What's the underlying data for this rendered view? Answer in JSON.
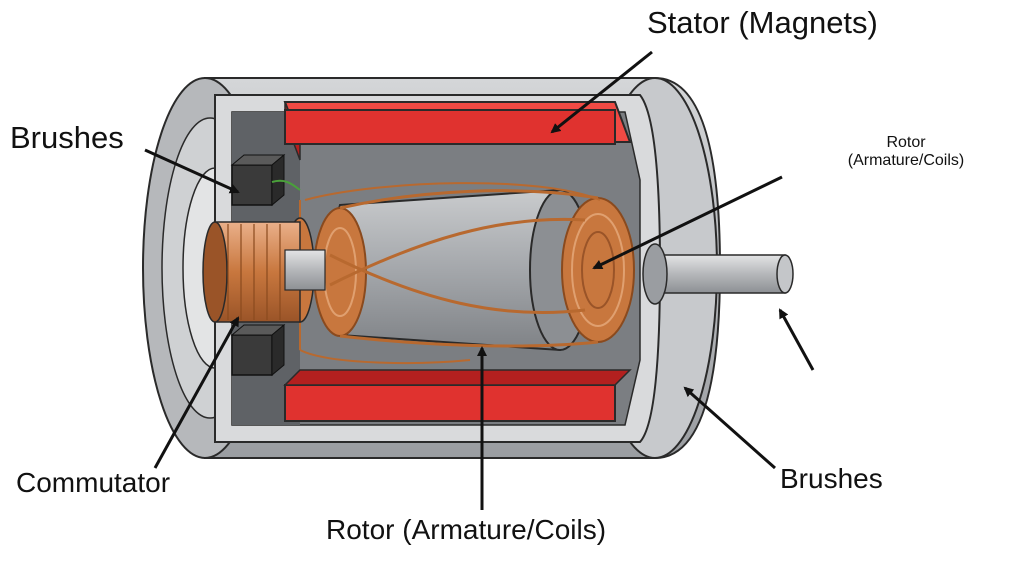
{
  "diagram": {
    "labels": {
      "stator": "Stator (Magnets)",
      "brushes_top": "Brushes",
      "rotor_right_title": "Rotor",
      "rotor_right_sub": "(Armature/Coils)",
      "commutator": "Commutator",
      "brushes_bottom": "Brushes",
      "rotor_bottom": "Rotor (Armature/Coils)"
    },
    "colors": {
      "housing": "#bdbfc2",
      "housing_dark": "#8f9296",
      "magnet": "#e0322f",
      "magnet_dark": "#b3201f",
      "copper": "#c8773e",
      "copper_light": "#e0a070",
      "core": "#a7aaae",
      "brush": "#3a3a3a",
      "outline": "#2a2a2a",
      "arrow": "#111111"
    }
  }
}
